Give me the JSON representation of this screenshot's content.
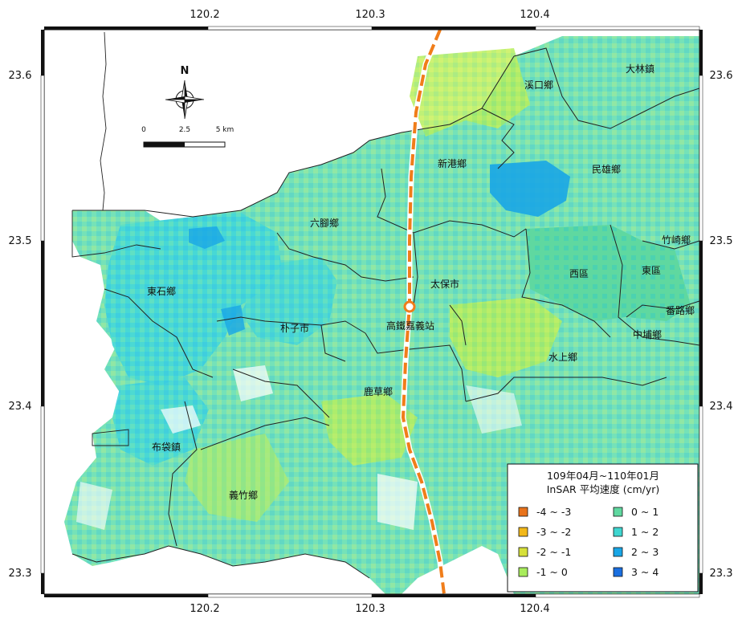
{
  "axes": {
    "x_ticks": [
      "120.2",
      "120.3",
      "120.4"
    ],
    "y_ticks": [
      "23.6",
      "23.5",
      "23.4",
      "23.3"
    ]
  },
  "north_label": "N",
  "scale_bar": {
    "labels": [
      "0",
      "2.5",
      "5 km"
    ]
  },
  "townships": [
    "大林鎮",
    "溪口鄉",
    "新港鄉",
    "民雄鄉",
    "六腳鄉",
    "竹崎鄉",
    "太保市",
    "西區",
    "東區",
    "東石鄉",
    "番路鄉",
    "朴子市",
    "高鐵嘉義站",
    "中埔鄉",
    "水上鄉",
    "鹿草鄉",
    "布袋鎮",
    "義竹鄉"
  ],
  "legend": {
    "title_line1": "109年04月~110年01月",
    "title_line2": "InSAR 平均速度 (cm/yr)",
    "items": [
      {
        "label": "-4 ~ -3",
        "color": "#e8731c"
      },
      {
        "label": "0 ~ 1",
        "color": "#5fd8a0"
      },
      {
        "label": "-3 ~ -2",
        "color": "#f2b81a"
      },
      {
        "label": "1 ~ 2",
        "color": "#3fd6d0"
      },
      {
        "label": "-2 ~ -1",
        "color": "#d6e03a"
      },
      {
        "label": "2 ~ 3",
        "color": "#19a6e6"
      },
      {
        "label": "-1 ~ 0",
        "color": "#a8ec5c"
      },
      {
        "label": "3 ~ 4",
        "color": "#1a6fe0"
      }
    ]
  },
  "colors": {
    "hsr_line": "#f07d1a",
    "station": "#f07d1a",
    "boundary": "#222222",
    "velocity_0_1": "#6ee0b4",
    "velocity_1_2": "#46d8d6",
    "velocity_2_3": "#19a6e6",
    "velocity_m1_0": "#b4ee5e"
  }
}
